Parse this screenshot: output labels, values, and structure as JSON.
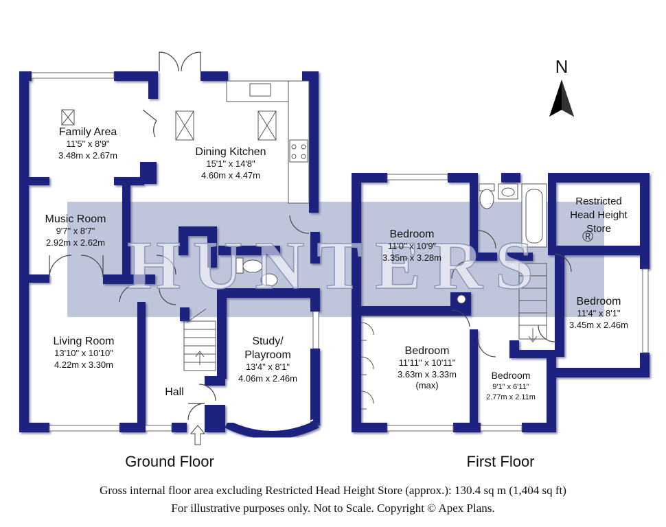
{
  "watermark": {
    "text": "HUNTERS",
    "registered": "®"
  },
  "compass": {
    "label": "N"
  },
  "floors": {
    "ground": {
      "title": "Ground Floor"
    },
    "first": {
      "title": "First Floor"
    }
  },
  "rooms": {
    "family_area": {
      "name": "Family Area",
      "imperial": "11'5\" x 8'9\"",
      "metric": "3.48m x 2.67m"
    },
    "dining_kitchen": {
      "name": "Dining Kitchen",
      "imperial": "15'1\" x 14'8\"",
      "metric": "4.60m x 4.47m"
    },
    "music_room": {
      "name": "Music Room",
      "imperial": "9'7\" x 8'7\"",
      "metric": "2.92m x 2.62m"
    },
    "living_room": {
      "name": "Living Room",
      "imperial": "13'10\" x 10'10\"",
      "metric": "4.22m x 3.30m"
    },
    "hall": {
      "name": "Hall"
    },
    "study": {
      "name_line1": "Study/",
      "name_line2": "Playroom",
      "imperial": "13'4\" x 8'1\"",
      "metric": "4.06m x 2.46m"
    },
    "bedroom_1": {
      "name": "Bedroom",
      "imperial": "11'0\" x 10'9\"",
      "metric": "3.35m x 3.28m"
    },
    "restricted_store": {
      "line1": "Restricted",
      "line2": "Head Height",
      "line3": "Store"
    },
    "bedroom_2": {
      "name": "Bedroom",
      "imperial": "11'4\" x 8'1\"",
      "metric": "3.45m x 2.46m"
    },
    "bedroom_3": {
      "name": "Bedroom",
      "imperial": "11'11\" x 10'11\"",
      "metric": "3.63m x 3.33m",
      "note": "(max)"
    },
    "bedroom_4": {
      "name": "Bedroom",
      "imperial": "9'1\" x 6'11\"",
      "metric": "2.77m x 2.11m"
    }
  },
  "footer": {
    "line1": "Gross internal floor area excluding Restricted Head Height Store (approx.): 130.4 sq m (1,404 sq ft)",
    "line2": "For illustrative purposes only. Not to Scale. Copyright © Apex Plans."
  },
  "colors": {
    "wall": "#1a237e",
    "wall_shadow": "#5c5f8a",
    "watermark_band": "#a9b2cf",
    "fixture": "#444444"
  }
}
